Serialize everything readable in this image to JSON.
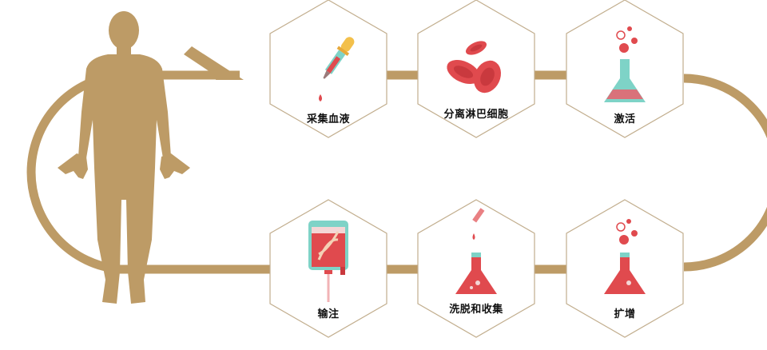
{
  "colors": {
    "gold": "#BD9B66",
    "hex_border": "#C2AE8E",
    "red": "#E04A4E",
    "red_dark": "#C9393E",
    "teal": "#7ED3C7",
    "yellow": "#F3C04B",
    "label": "#111111"
  },
  "diagram": {
    "type": "cell-therapy-process-cycle",
    "figure": "human-silhouette",
    "steps": [
      {
        "order": 1,
        "label": "采集血液",
        "icon": "dropper-icon",
        "row": "top",
        "col": 1
      },
      {
        "order": 2,
        "label": "分离淋巴细胞",
        "icon": "red-blood-cells-icon",
        "row": "top",
        "col": 2
      },
      {
        "order": 3,
        "label": "激活",
        "icon": "flask-bubbles-icon",
        "row": "top",
        "col": 3
      },
      {
        "order": 4,
        "label": "扩增",
        "icon": "flask-bubbles-icon",
        "row": "bottom",
        "col": 3
      },
      {
        "order": 5,
        "label": "洗脱和收集",
        "icon": "flask-dropper-icon",
        "row": "bottom",
        "col": 2
      },
      {
        "order": 6,
        "label": "输注",
        "icon": "iv-bag-dna-icon",
        "row": "bottom",
        "col": 1
      }
    ]
  },
  "labels": {
    "step1": "采集血液",
    "step2": "分离淋巴细胞",
    "step3": "激活",
    "step4": "扩增",
    "step5": "洗脱和收集",
    "step6": "输注"
  }
}
